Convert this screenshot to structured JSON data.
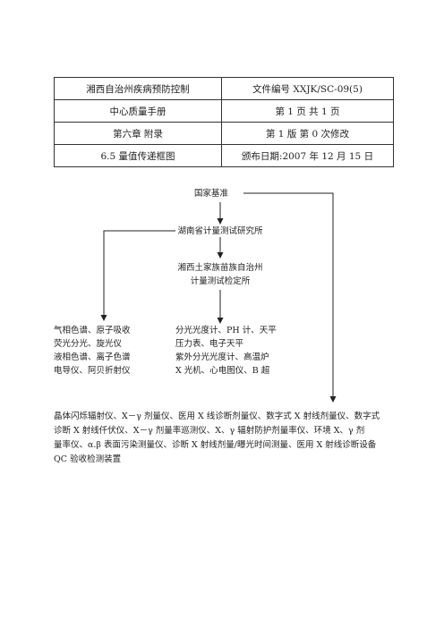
{
  "header_table": {
    "rows": [
      {
        "left": "湘西自治州疾病预防控制",
        "right": "文件编号 XXJK/SC-09(5)"
      },
      {
        "left": "中心质量手册",
        "right": "第 1 页    共 1 页"
      },
      {
        "left": "第六章  附录",
        "right": "第 1 版    第 0 次修改"
      },
      {
        "left": "6.5  量值传递框图",
        "right": "颁布日期:2007 年 12 月 15 日"
      }
    ]
  },
  "flow": {
    "national_standard": "国家基准",
    "hunan_institute": "湖南省计量测试研究所",
    "xiangxi_institute_line1": "湘西土家族苗族自治州",
    "xiangxi_institute_line2": "计量测试检定所",
    "left_instruments": [
      "气相色谱、原子吸收",
      "荧光分光、旋光仪",
      "液相色谱、离子色谱",
      "电导仪、阿贝折射仪"
    ],
    "right_instruments": [
      "分光光度计、PH 计、天平",
      "压力表、电子天平",
      "紫外分光光度计、高温炉",
      "X 光机、心电图仪、B 超"
    ],
    "radiation_devices_lines": [
      "晶体闪烁辐射仪、X－γ 剂量仪、医用 X 线诊断剂量仪、数字式 X 射线剂量仪、数字式",
      "诊断 X 射线仟伏仪、X－γ 剂量率巡测仪、X、γ 辐射防护剂量率仪、环境 X、γ 剂",
      "量率仪、α.β 表面污染测量仪、诊断 X 射线剂量/曝光时间测量、医用 X 射线诊断设备",
      "QC 验收检测装置"
    ]
  }
}
